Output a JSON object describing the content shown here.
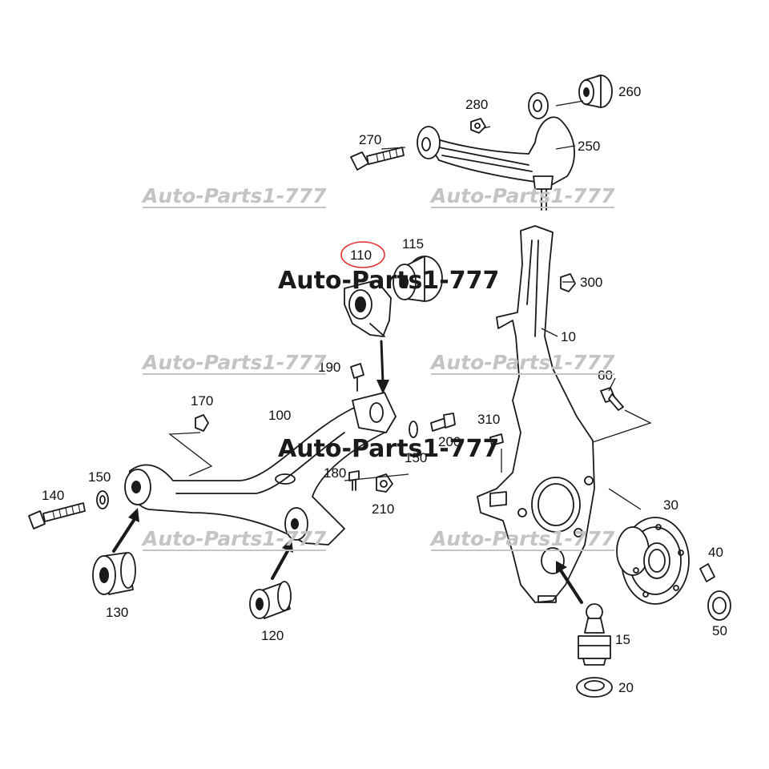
{
  "callouts": {
    "c10": "10",
    "c15": "15",
    "c20": "20",
    "c30": "30",
    "c40": "40",
    "c50": "50",
    "c60": "60",
    "c100": "100",
    "c110": "110",
    "c115": "115",
    "c120": "120",
    "c130": "130",
    "c140": "140",
    "c150a": "150",
    "c150b": "150",
    "c170": "170",
    "c180": "180",
    "c190": "190",
    "c200": "200",
    "c210": "210",
    "c250": "250",
    "c260": "260",
    "c270": "270",
    "c280": "280",
    "c300": "300",
    "c310": "310"
  },
  "highlighted_callout": "110",
  "highlight_color": "#e03030",
  "watermark_text": "Auto-Parts1-777"
}
